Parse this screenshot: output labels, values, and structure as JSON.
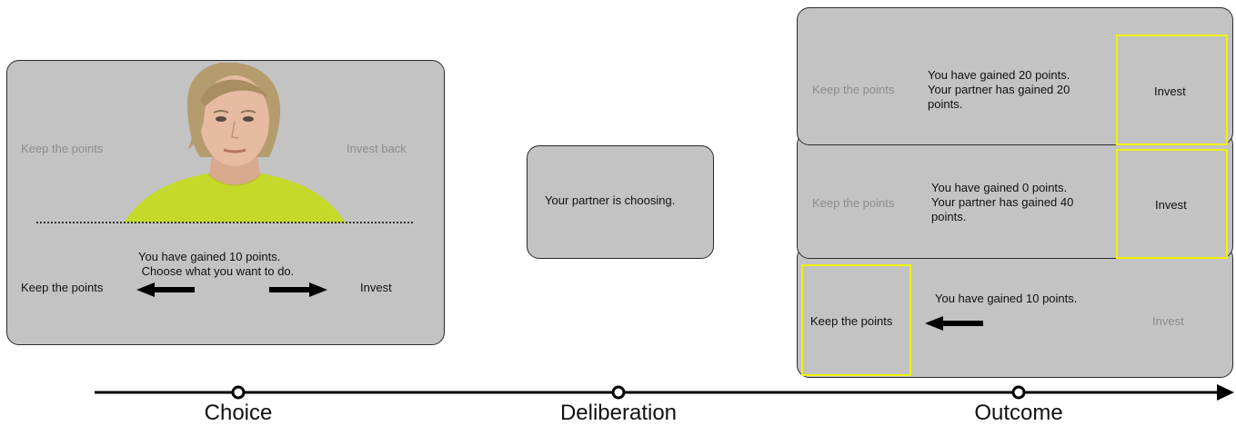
{
  "choice": {
    "keep_top": "Keep the points",
    "invest_back": "Invest back",
    "message": "You have gained 10 points.\n Choose what you want to do.",
    "keep": "Keep the points",
    "invest": "Invest"
  },
  "deliberation": {
    "message": "Your partner is choosing."
  },
  "outcome": {
    "cards": [
      {
        "keep": "Keep the points",
        "message": "You have gained 20 points.\nYour partner has gained 20\npoints.",
        "invest": "Invest",
        "selected": "invest"
      },
      {
        "keep": "Keep the points",
        "message": "You have gained 0 points.\nYour partner has gained 40\npoints.",
        "invest": "Invest",
        "selected": "invest"
      },
      {
        "keep": "Keep the points",
        "message": "You have gained 10 points.",
        "invest": "Invest",
        "selected": "keep"
      }
    ]
  },
  "timeline": {
    "stages": [
      "Choice",
      "Deliberation",
      "Outcome"
    ]
  },
  "colors": {
    "panel": "#c3c3c3",
    "highlight": "#f2f200",
    "faded_text": "#8c8c8c"
  }
}
